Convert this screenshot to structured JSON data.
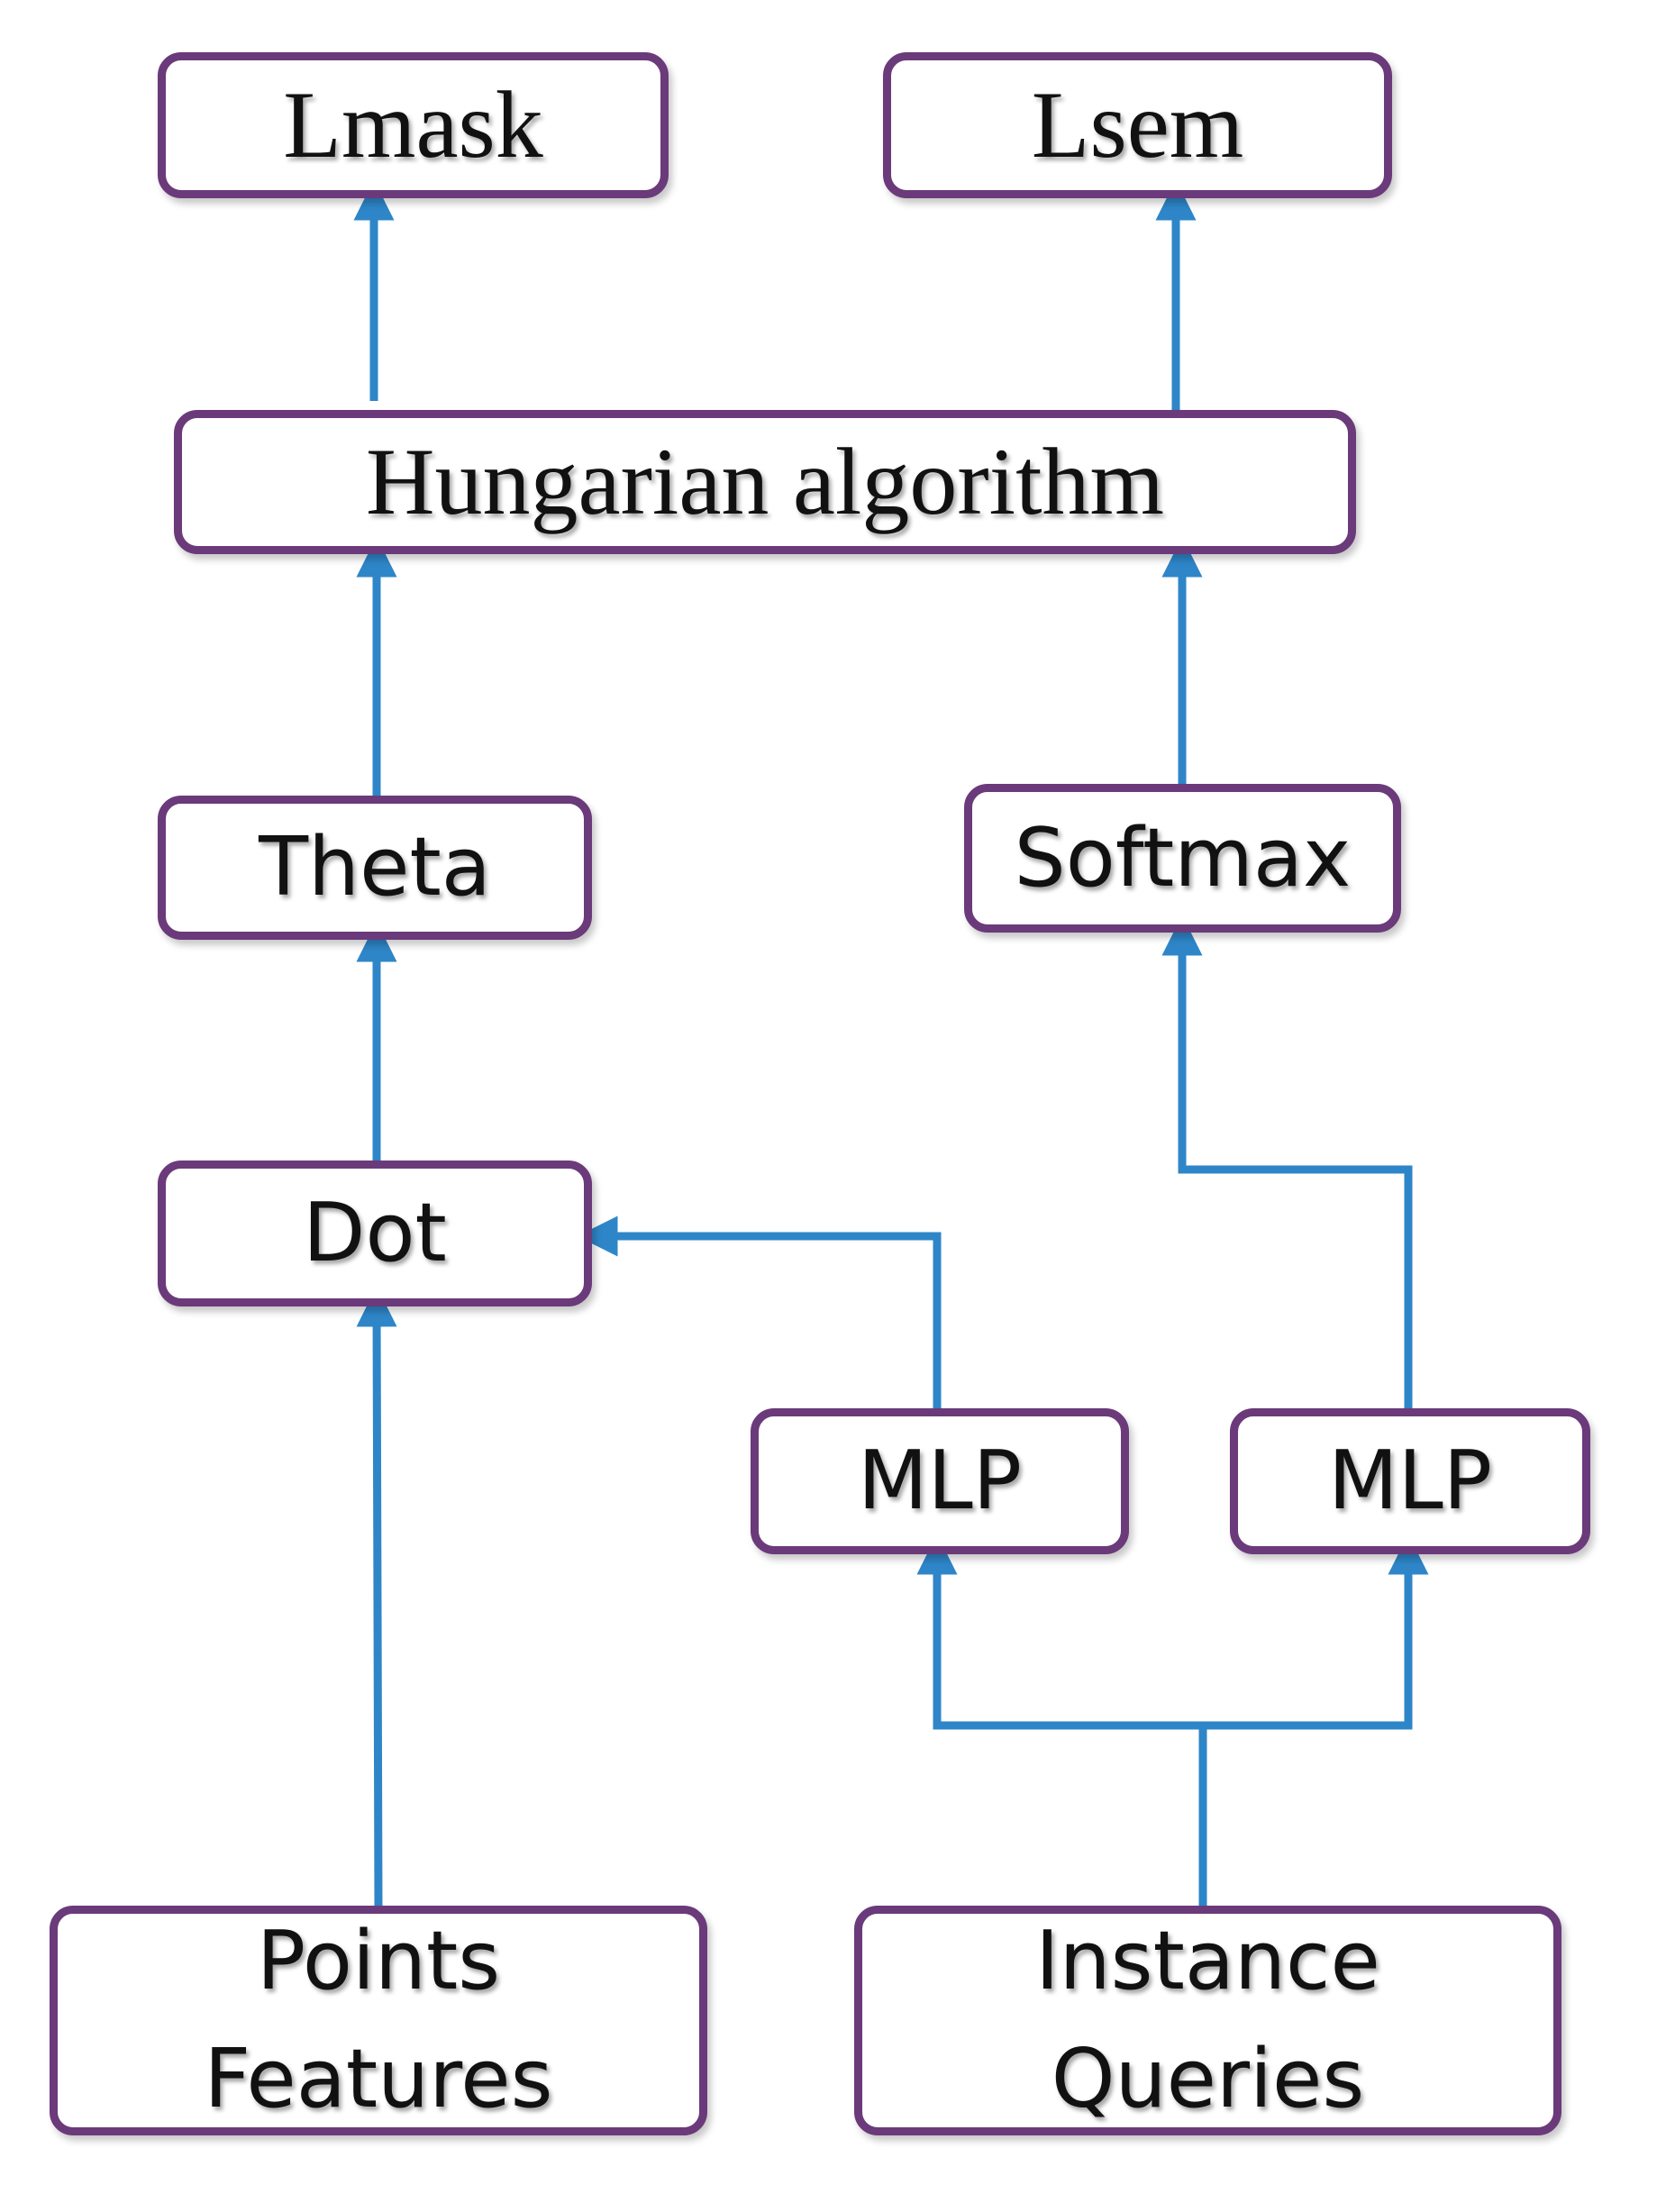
{
  "colors": {
    "box_border": "#6b3a7a",
    "arrow": "#2e86c8",
    "text": "#111111"
  },
  "nodes": {
    "lmask": "Lmask",
    "lsem": "Lsem",
    "hungarian": "Hungarian algorithm",
    "theta": "Theta",
    "softmax": "Softmax",
    "dot": "Dot",
    "mlp_left": "MLP",
    "mlp_right": "MLP",
    "points_features": [
      "Points",
      "Features"
    ],
    "instance_queries": [
      "Instance",
      "Queries"
    ]
  }
}
